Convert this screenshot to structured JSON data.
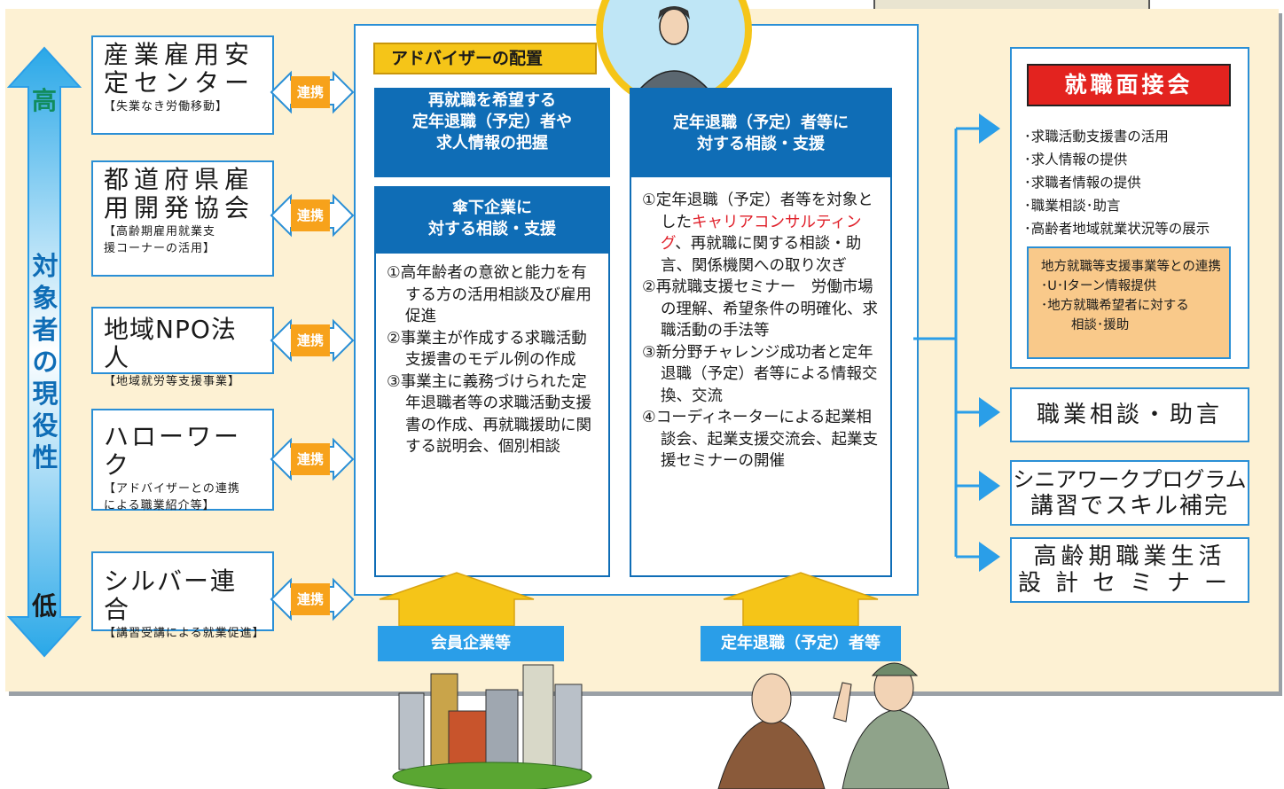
{
  "vertical_axis": {
    "high": "高",
    "title": "対象者の現役性",
    "low": "低"
  },
  "left_orgs": [
    {
      "title_line1": "産業雇用安",
      "title_line2": "定センター",
      "sub": "【失業なき労働移動】"
    },
    {
      "title_line1": "都道府県雇",
      "title_line2": "用開発協会",
      "sub_line1": "【高齢期雇用就業支",
      "sub_line2": "援コーナーの活用】"
    },
    {
      "title_line1": "地域NPO法人",
      "sub": "【地域就労等支援事業】"
    },
    {
      "title_line1": "ハローワーク",
      "sub_line1": "【アドバイザーとの連携",
      "sub_line2": "による職業紹介等】"
    },
    {
      "title_line1": "シルバー連合",
      "sub": "【講習受講による就業促進】"
    }
  ],
  "link_label": "連携",
  "center": {
    "tag": "アドバイザーの配置",
    "left_top": [
      "再就職を希望する",
      "定年退職（予定）者や",
      "求人情報の把握"
    ],
    "left_mid": [
      "傘下企業に",
      "対する相談・支援"
    ],
    "left_items": [
      "①高年齢者の意欲と能力を有する方の活用相談及び雇用促進",
      "②事業主が作成する求職活動支援書のモデル例の作成",
      "③事業主に義務づけられた定年退職者等の求職活動支援書の作成、再就職援助に関する説明会、個別相談"
    ],
    "right_top": [
      "定年退職（予定）者等に",
      "対する相談・支援"
    ],
    "right_item1_a": "①定年退職（予定）者等を対象とした",
    "right_item1_red": "キャリアコンサルティング",
    "right_item1_b": "、再就職に関する相談・助言、関係機関への取り次ぎ",
    "right_items": [
      "②再就職支援セミナー　労働市場の理解、希望条件の明確化、求職活動の手法等",
      "③新分野チャレンジ成功者と定年退職（予定）者等による情報交換、交流",
      "④コーディネーターによる起業相談会、起業支援交流会、起業支援セミナーの開催"
    ]
  },
  "bottom": {
    "left_label": "会員企業等",
    "right_label": "定年退職（予定）者等"
  },
  "right": {
    "interview_title": "就職面接会",
    "interview_items": [
      "･求職活動支援書の活用",
      "･求人情報の提供",
      "･求職者情報の提供",
      "･職業相談･助言",
      "･高齢者地域就業状況等の展示"
    ],
    "regional_box": [
      "地方就職等支援事業等との連携",
      "･U･Iターン情報提供",
      "･地方就職希望者に対する",
      "相談･援助"
    ],
    "counsel": "職業相談・助言",
    "senior_line1": "シニアワークプログラム",
    "senior_line2": "講習でスキル補完",
    "seminar_line1": "高齢期職業生活",
    "seminar_line2": "設計セミナー"
  },
  "colors": {
    "blue": "#0f6db6",
    "accent_blue": "#2a8fd6",
    "orange": "#f7a21b",
    "red": "#e0202a",
    "panel": "#fdf1d3",
    "yellow": "#f5c518"
  }
}
